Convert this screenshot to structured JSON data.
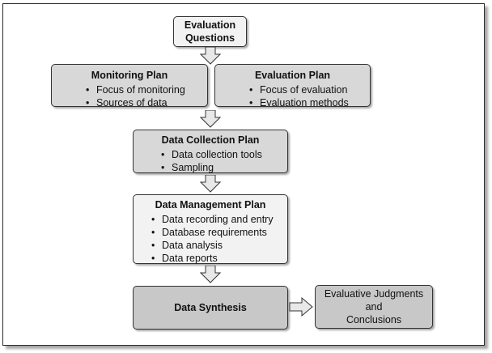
{
  "boxes": {
    "evaluation_questions": {
      "title_line1": "Evaluation",
      "title_line2": "Questions"
    },
    "monitoring_plan": {
      "title": "Monitoring Plan",
      "items": [
        "Focus of monitoring",
        "Sources of data"
      ]
    },
    "evaluation_plan": {
      "title": "Evaluation Plan",
      "items": [
        "Focus of evaluation",
        "Evaluation methods"
      ]
    },
    "data_collection_plan": {
      "title": "Data Collection Plan",
      "items": [
        "Data collection tools",
        "Sampling"
      ]
    },
    "data_management_plan": {
      "title": "Data Management Plan",
      "items": [
        "Data recording and entry",
        "Database requirements",
        "Data analysis",
        "Data reports"
      ]
    },
    "data_synthesis": {
      "title": "Data Synthesis"
    },
    "evaluative_judgments": {
      "title_line1": "Evaluative Judgments and",
      "title_line2": "Conclusions"
    }
  },
  "colors": {
    "light_box": "#f2f2f2",
    "mid_box": "#d8d8d8",
    "dark_box": "#c8c8c8",
    "arrow_fill": "#e8e8e8",
    "border": "#333333"
  }
}
